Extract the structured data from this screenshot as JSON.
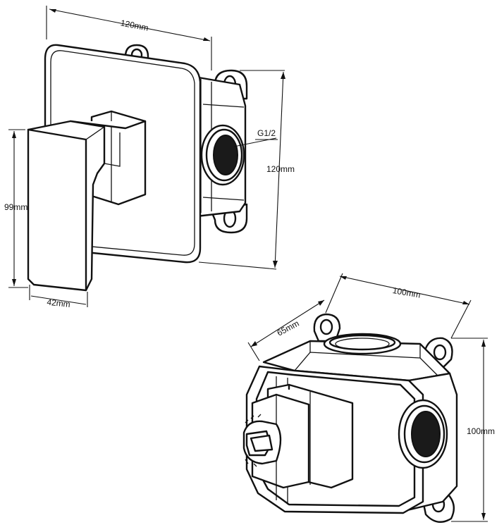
{
  "drawing": {
    "valve_front": {
      "width_label": "120mm",
      "height_label": "120mm",
      "handle_height_label": "99mm",
      "handle_depth_label": "42mm",
      "thread_label": "G1/2"
    },
    "valve_box": {
      "width_label": "100mm",
      "height_label": "100mm",
      "depth_label": "65mm"
    }
  }
}
